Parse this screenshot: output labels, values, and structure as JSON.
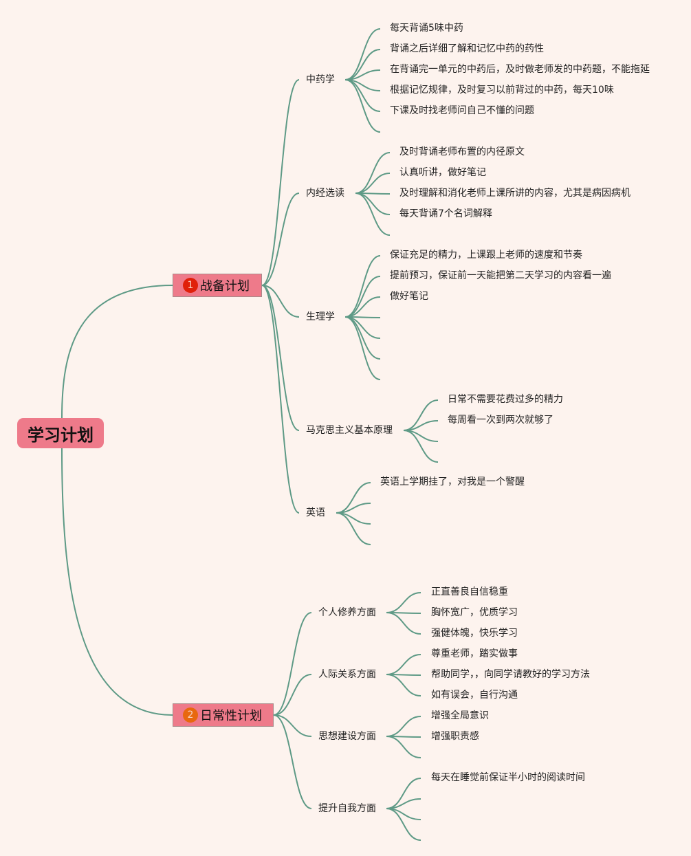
{
  "colors": {
    "background": "#fdf3ee",
    "node_fill": "#ee7a8a",
    "edge": "#5e9a86",
    "badge_1": "#e0200a",
    "badge_2": "#e8680e"
  },
  "root": {
    "label": "学习计划"
  },
  "branches": [
    {
      "badge": "1",
      "label": "战备计划",
      "children": [
        {
          "label": "中药学",
          "items": [
            "每天背诵5味中药",
            "背诵之后详细了解和记忆中药的药性",
            "在背诵完一单元的中药后，及时做老师发的中药题，不能拖延",
            "根据记忆规律，及时复习以前背过的中药，每天10味",
            "下课及时找老师问自己不懂的问题",
            ""
          ]
        },
        {
          "label": "内经选读",
          "items": [
            "及时背诵老师布置的内径原文",
            "认真听讲，做好笔记",
            "及时理解和消化老师上课所讲的内容，尤其是病因病机",
            "每天背诵7个名词解释",
            ""
          ]
        },
        {
          "label": "生理学",
          "items": [
            "保证充足的精力，上课跟上老师的速度和节奏",
            "提前预习，保证前一天能把第二天学习的内容看一遍",
            "做好笔记",
            "",
            "",
            "",
            ""
          ]
        },
        {
          "label": "马克思主义基本原理",
          "items": [
            "日常不需要花费过多的精力",
            "每周看一次到两次就够了",
            "",
            ""
          ]
        },
        {
          "label": "英语",
          "items": [
            "英语上学期挂了，对我是一个警醒",
            "",
            "",
            ""
          ]
        }
      ]
    },
    {
      "badge": "2",
      "label": "日常性计划",
      "children": [
        {
          "label": "个人修养方面",
          "items": [
            "正直善良自信稳重",
            "胸怀宽广，优质学习",
            "强健体魄，快乐学习"
          ]
        },
        {
          "label": "人际关系方面",
          "items": [
            "尊重老师，踏实做事",
            "帮助同学，，向同学请教好的学习方法",
            "如有误会，自行沟通"
          ]
        },
        {
          "label": "思想建设方面",
          "items": [
            "增强全局意识",
            "增强职责感",
            ""
          ]
        },
        {
          "label": "提升自我方面",
          "items": [
            "每天在睡觉前保证半小时的阅读时间",
            "",
            "",
            ""
          ]
        }
      ]
    }
  ]
}
